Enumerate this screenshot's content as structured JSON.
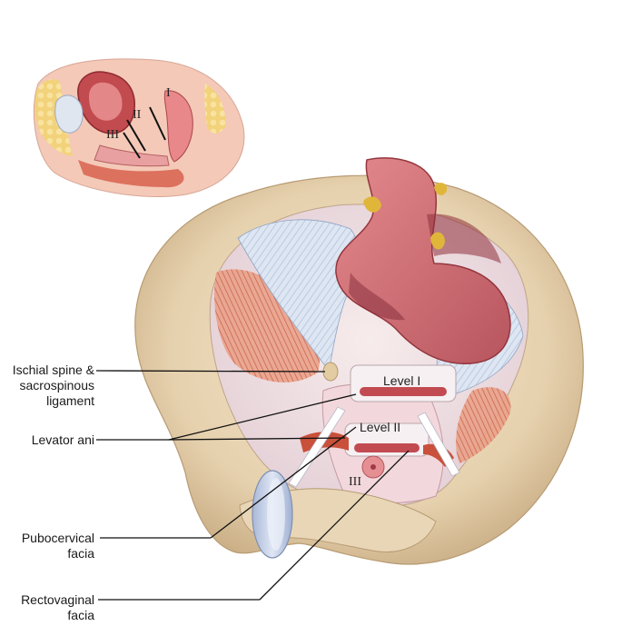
{
  "diagram": {
    "inset_level_labels": [
      "I",
      "II",
      "III"
    ],
    "level_labels": {
      "level1": "Level I",
      "level2": "Level II",
      "level3": "III"
    },
    "callouts": {
      "ischial_line1": "Ischial spine &",
      "ischial_line2": "sacrospinous",
      "ischial_line3": "ligament",
      "levator": "Levator ani",
      "pubocervical_line1": "Pubocervical",
      "pubocervical_line2": "facia",
      "rectovaginal_line1": "Rectovaginal",
      "rectovaginal_line2": "facia"
    }
  }
}
